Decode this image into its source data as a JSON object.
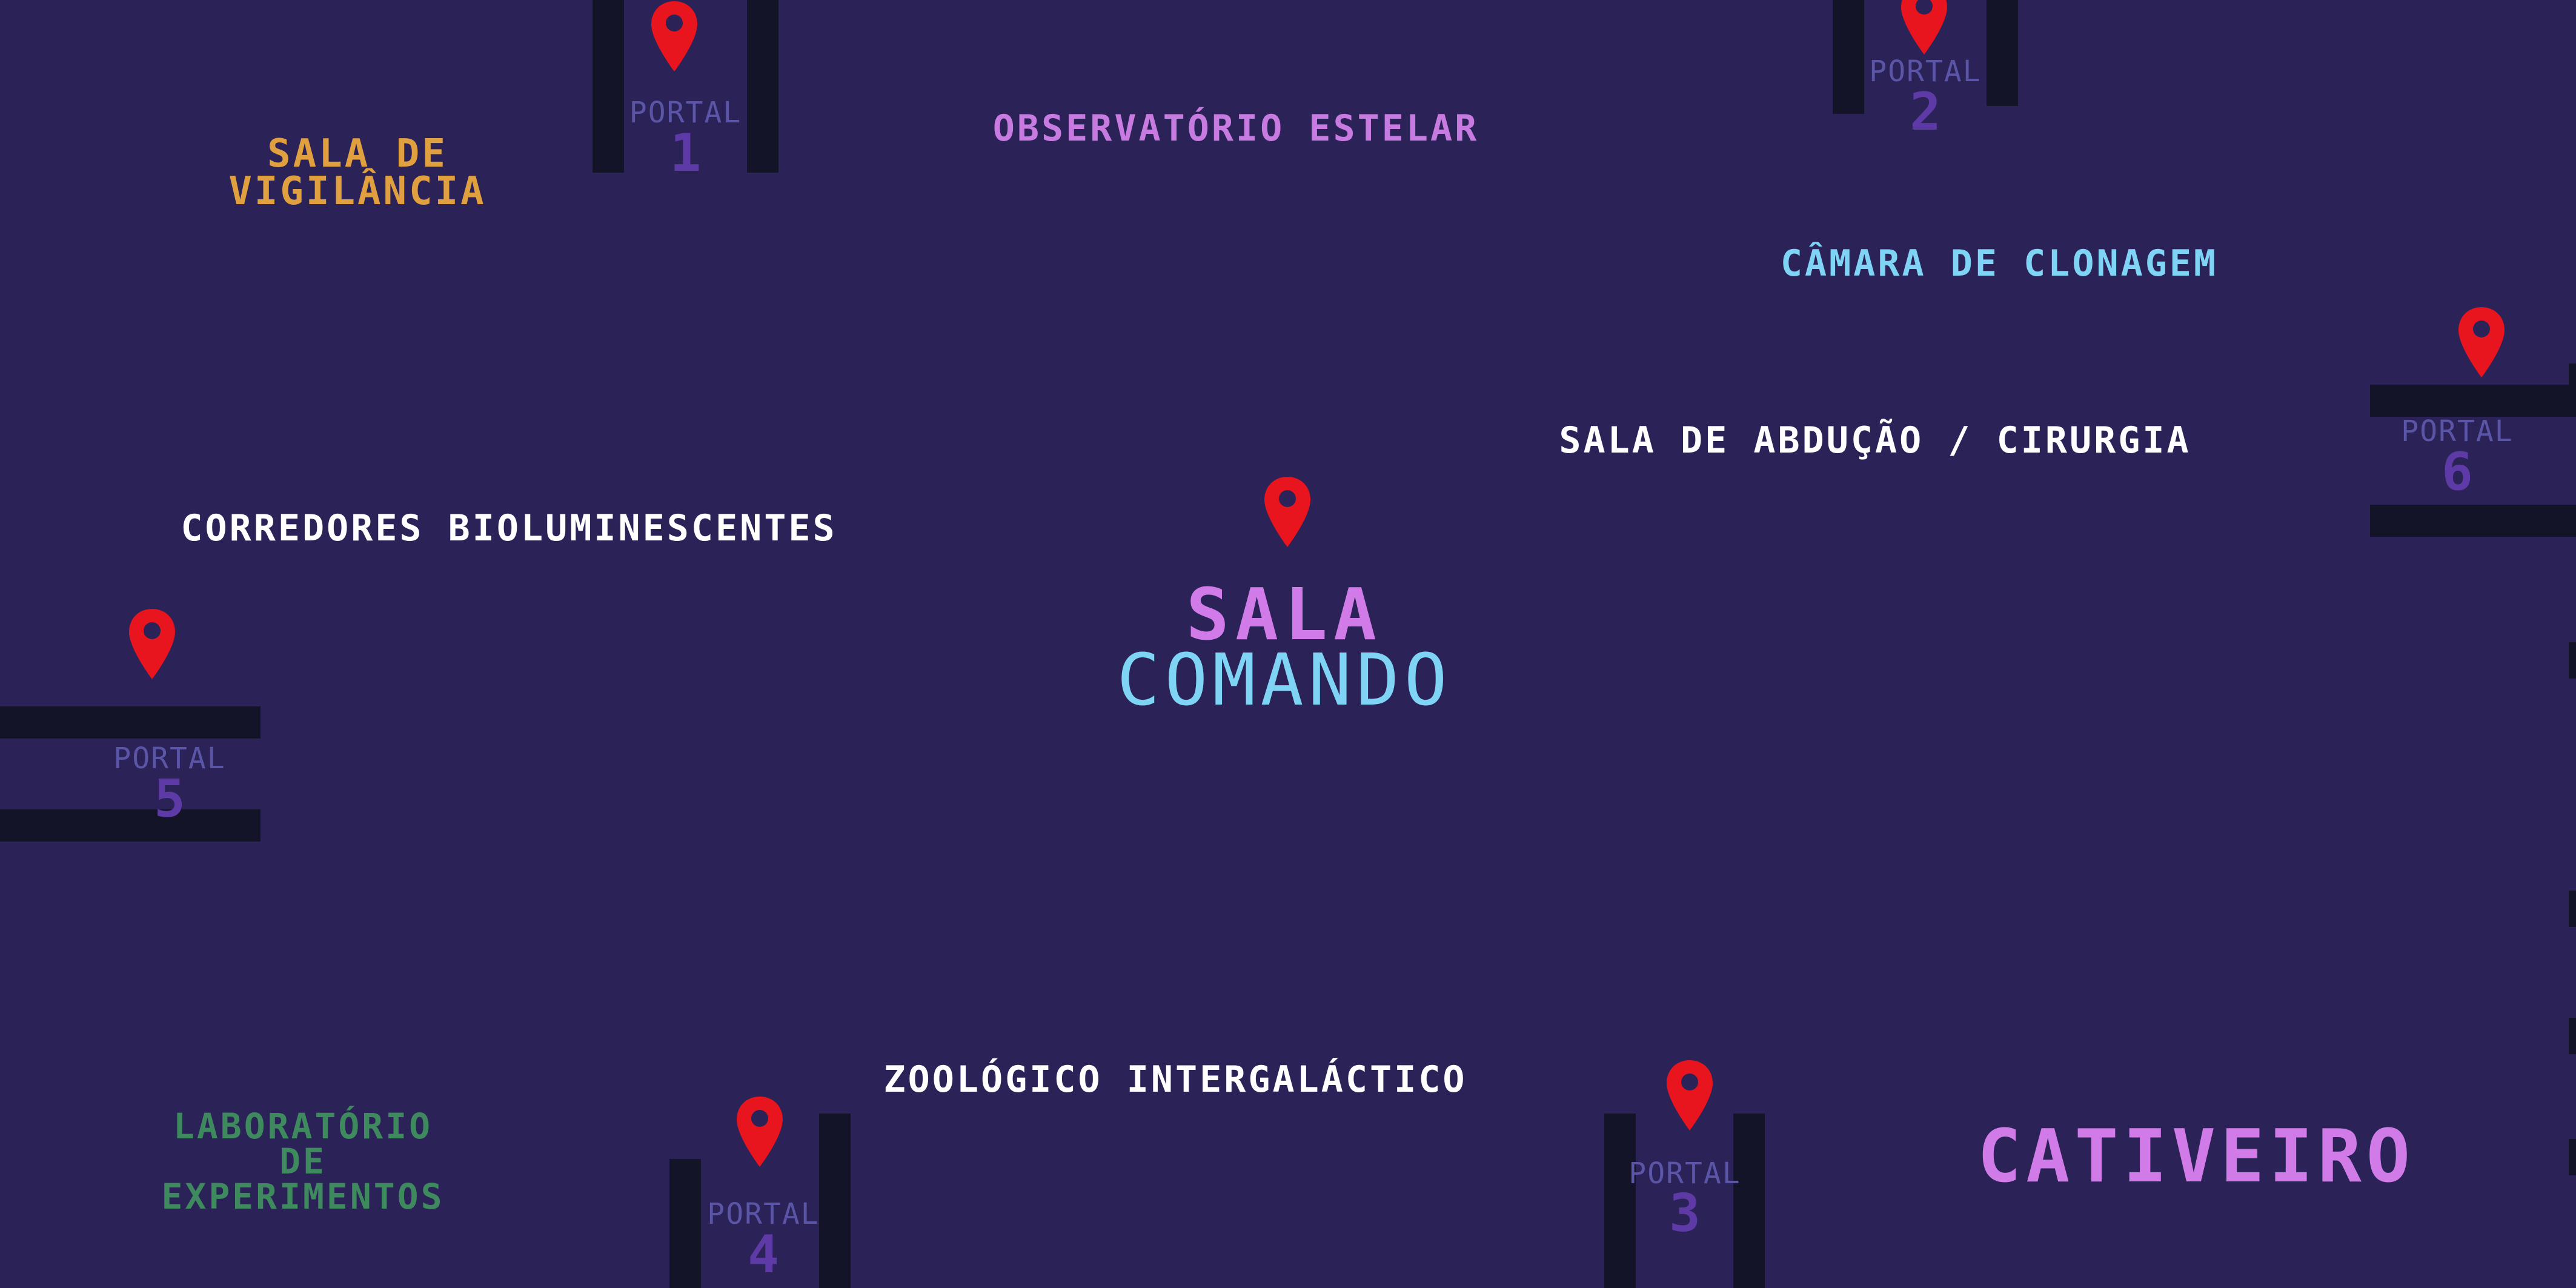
{
  "map": {
    "colors": {
      "background": "#2b2357",
      "wall": "#141428",
      "pin": "#e8141e",
      "portal_word": "#5a55a6",
      "portal_number": "#5e3aa6"
    },
    "rooms": {
      "vigilancia": {
        "line1": "SALA DE",
        "line2": "VIGILÂNCIA",
        "color": "#e0a040"
      },
      "observatorio": {
        "label": "OBSERVATÓRIO ESTELAR",
        "color": "#c77be0"
      },
      "clonagem": {
        "label": "CÂMARA DE CLONAGEM",
        "color": "#7fd4f5"
      },
      "abducao": {
        "label": "SALA DE ABDUÇÃO / CIRURGIA",
        "color": "#ffffff"
      },
      "corredores": {
        "label": "CORREDORES BIOLUMINESCENTES",
        "color": "#ffffff"
      },
      "comando": {
        "line1": "SALA",
        "line2": "COMANDO",
        "color1": "#d07be8",
        "color2": "#7fd4f5"
      },
      "zoologico": {
        "label": "ZOOLÓGICO INTERGALÁCTICO",
        "color": "#ffffff"
      },
      "laboratorio": {
        "line1": "LABORATÓRIO",
        "line2": "DE",
        "line3": "EXPERIMENTOS",
        "color": "#3e8a5e"
      },
      "cativeiro": {
        "label": "CATIVEIRO",
        "color": "#d07be8"
      }
    },
    "portals": [
      {
        "word": "PORTAL",
        "number": "1"
      },
      {
        "word": "PORTAL",
        "number": "2"
      },
      {
        "word": "PORTAL",
        "number": "3"
      },
      {
        "word": "PORTAL",
        "number": "4"
      },
      {
        "word": "PORTAL",
        "number": "5"
      },
      {
        "word": "PORTAL",
        "number": "6"
      }
    ],
    "pin_icon": "map-pin-icon"
  }
}
